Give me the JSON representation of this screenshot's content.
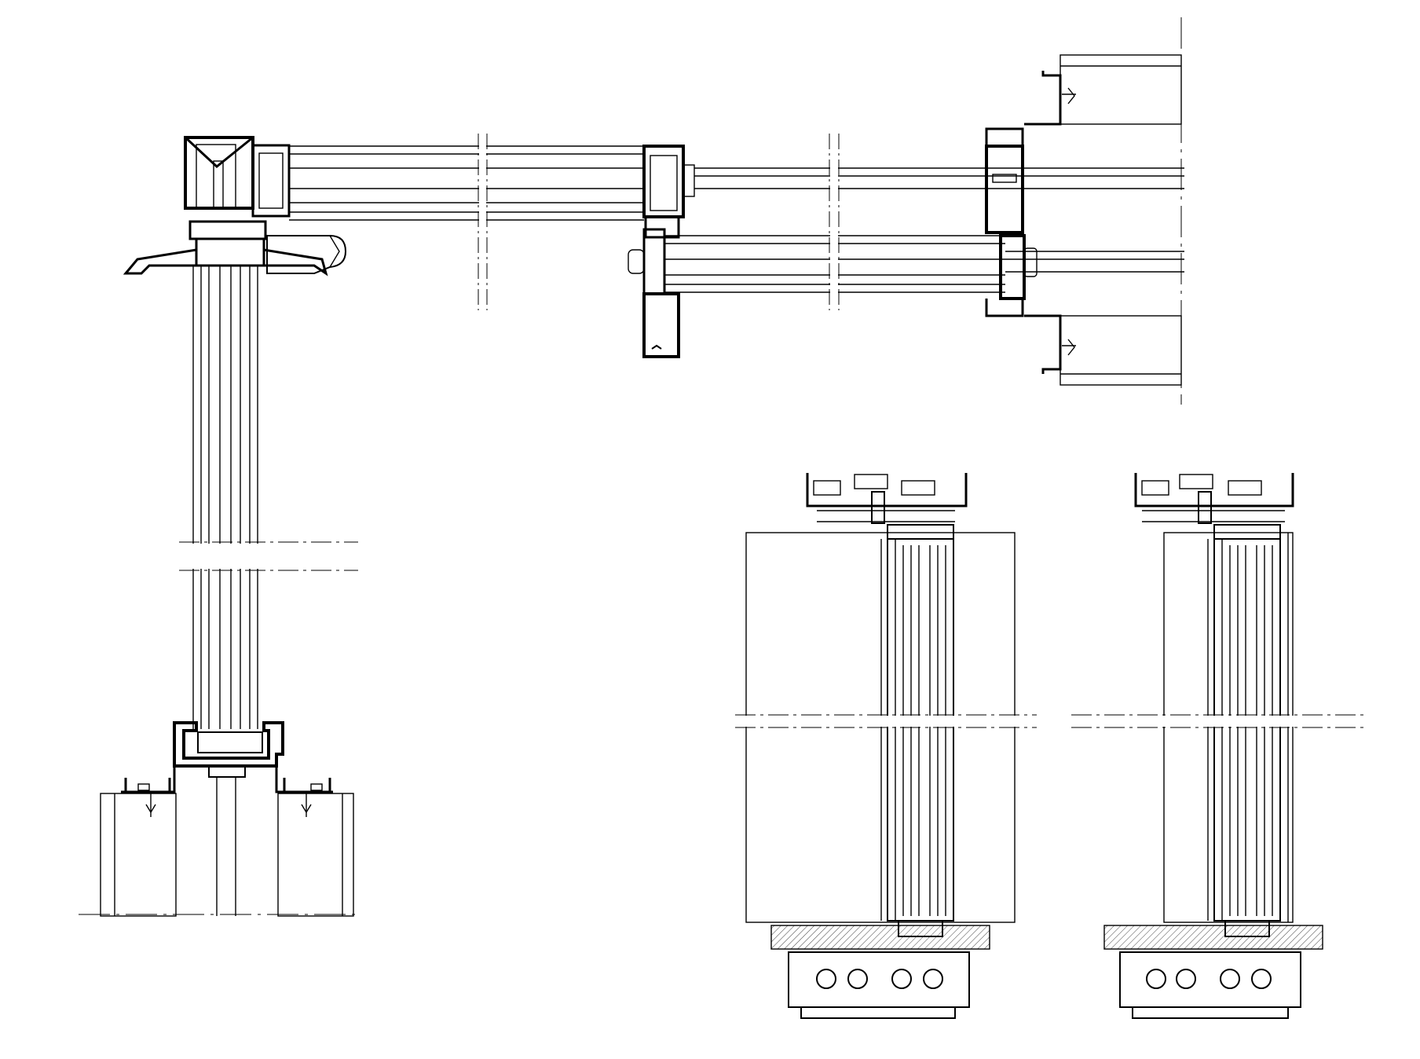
{
  "drawing": {
    "background": "#ffffff",
    "line_color": "#000000",
    "fill_color": "#000000",
    "hatch_color": "#444444",
    "views": [
      {
        "id": "vertical-section-left"
      },
      {
        "id": "horizontal-section-top"
      },
      {
        "id": "sliding-section-middle"
      },
      {
        "id": "sliding-section-right"
      }
    ]
  }
}
